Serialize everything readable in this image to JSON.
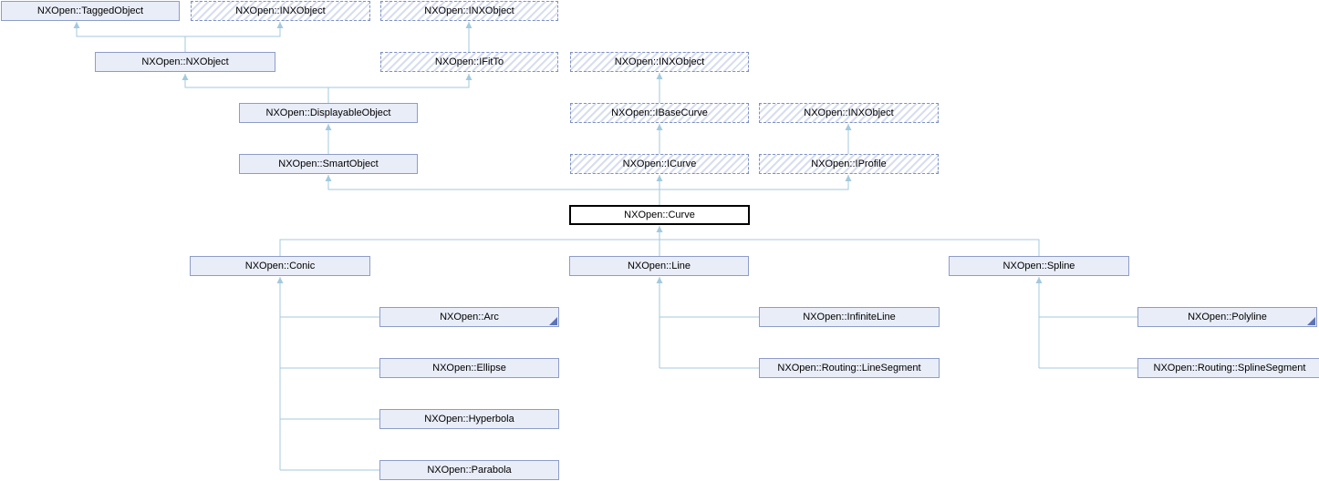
{
  "diagram": {
    "kind": "class-inheritance-graph",
    "nodes": {
      "taggedObject": {
        "label": "NXOpen::TaggedObject",
        "variant": "class"
      },
      "inxObjectA": {
        "label": "NXOpen::INXObject",
        "variant": "interface"
      },
      "inxObjectB": {
        "label": "NXOpen::INXObject",
        "variant": "interface"
      },
      "nxObject": {
        "label": "NXOpen::NXObject",
        "variant": "class"
      },
      "iFitTo": {
        "label": "NXOpen::IFitTo",
        "variant": "interface"
      },
      "inxObjectC": {
        "label": "NXOpen::INXObject",
        "variant": "interface"
      },
      "displayableObject": {
        "label": "NXOpen::DisplayableObject",
        "variant": "class"
      },
      "iBaseCurve": {
        "label": "NXOpen::IBaseCurve",
        "variant": "interface"
      },
      "inxObjectD": {
        "label": "NXOpen::INXObject",
        "variant": "interface"
      },
      "smartObject": {
        "label": "NXOpen::SmartObject",
        "variant": "class"
      },
      "iCurve": {
        "label": "NXOpen::ICurve",
        "variant": "interface"
      },
      "iProfile": {
        "label": "NXOpen::IProfile",
        "variant": "interface"
      },
      "curve": {
        "label": "NXOpen::Curve",
        "variant": "current"
      },
      "conic": {
        "label": "NXOpen::Conic",
        "variant": "class"
      },
      "line": {
        "label": "NXOpen::Line",
        "variant": "class"
      },
      "spline": {
        "label": "NXOpen::Spline",
        "variant": "class"
      },
      "arc": {
        "label": "NXOpen::Arc",
        "variant": "class",
        "truncated": true
      },
      "infiniteLine": {
        "label": "NXOpen::InfiniteLine",
        "variant": "class"
      },
      "polyline": {
        "label": "NXOpen::Polyline",
        "variant": "class",
        "truncated": true
      },
      "ellipse": {
        "label": "NXOpen::Ellipse",
        "variant": "class"
      },
      "routingLineSegment": {
        "label": "NXOpen::Routing::LineSegment",
        "variant": "class"
      },
      "routingSplineSegment": {
        "label": "NXOpen::Routing::SplineSegment",
        "variant": "class"
      },
      "hyperbola": {
        "label": "NXOpen::Hyperbola",
        "variant": "class"
      },
      "parabola": {
        "label": "NXOpen::Parabola",
        "variant": "class"
      }
    },
    "edges": [
      {
        "from": "nxObject",
        "to": "taggedObject"
      },
      {
        "from": "nxObject",
        "to": "inxObjectA"
      },
      {
        "from": "iFitTo",
        "to": "inxObjectB"
      },
      {
        "from": "displayableObject",
        "to": "nxObject"
      },
      {
        "from": "displayableObject",
        "to": "iFitTo"
      },
      {
        "from": "iBaseCurve",
        "to": "inxObjectC"
      },
      {
        "from": "smartObject",
        "to": "displayableObject"
      },
      {
        "from": "iCurve",
        "to": "iBaseCurve"
      },
      {
        "from": "iProfile",
        "to": "inxObjectD"
      },
      {
        "from": "curve",
        "to": "smartObject"
      },
      {
        "from": "curve",
        "to": "iCurve"
      },
      {
        "from": "curve",
        "to": "iProfile"
      },
      {
        "from": "conic",
        "to": "curve"
      },
      {
        "from": "line",
        "to": "curve"
      },
      {
        "from": "spline",
        "to": "curve"
      },
      {
        "from": "arc",
        "to": "conic"
      },
      {
        "from": "ellipse",
        "to": "conic"
      },
      {
        "from": "hyperbola",
        "to": "conic"
      },
      {
        "from": "parabola",
        "to": "conic"
      },
      {
        "from": "infiniteLine",
        "to": "line"
      },
      {
        "from": "routingLineSegment",
        "to": "line"
      },
      {
        "from": "polyline",
        "to": "spline"
      },
      {
        "from": "routingSplineSegment",
        "to": "spline"
      }
    ],
    "colors": {
      "background": "#ffffff",
      "edge": "#a3cade",
      "nodeFill": "#e9edf8",
      "nodeBorder": "#8d9dc9",
      "ifaceBorder": "#7d90c4",
      "hatch": "#d7def0",
      "currentBorder": "#000000",
      "currentFill": "#ffffff",
      "fold": "#5b73b7",
      "text": "#000000"
    }
  }
}
